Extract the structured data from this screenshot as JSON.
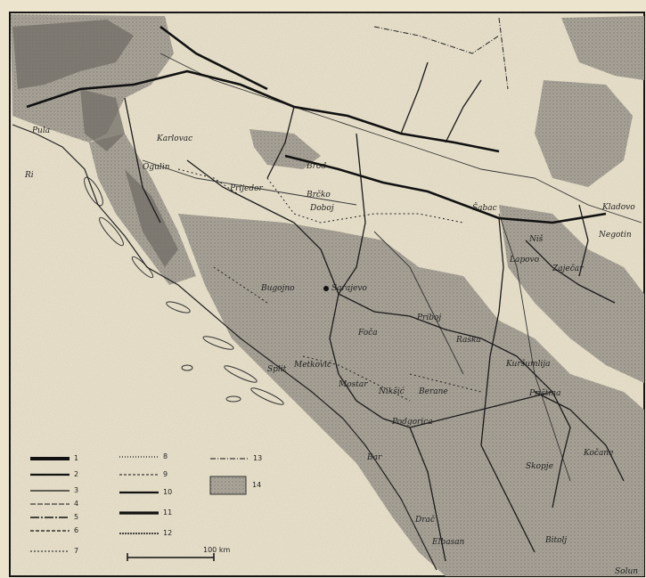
{
  "map": {
    "places": [
      {
        "id": "rijeka",
        "name": "Ri"
      },
      {
        "id": "pula",
        "name": "Pula"
      },
      {
        "id": "karlovac",
        "name": "Karlovac"
      },
      {
        "id": "ogulin",
        "name": "Ogulin"
      },
      {
        "id": "prijedor",
        "name": "Prijedor"
      },
      {
        "id": "brod",
        "name": "Brod"
      },
      {
        "id": "brcko",
        "name": "Brčko"
      },
      {
        "id": "doboj",
        "name": "Doboj"
      },
      {
        "id": "bugojno",
        "name": "Bugojno"
      },
      {
        "id": "sarajevo",
        "name": "Sarajevo"
      },
      {
        "id": "split",
        "name": "Split"
      },
      {
        "id": "foca",
        "name": "Foča"
      },
      {
        "id": "priboj",
        "name": "Priboj"
      },
      {
        "id": "kladovo",
        "name": "Kladovo"
      },
      {
        "id": "negotin",
        "name": "Negotin"
      },
      {
        "id": "zajecar",
        "name": "Zaječar"
      },
      {
        "id": "lapovo",
        "name": "Lapovo"
      },
      {
        "id": "kursumlija",
        "name": "Kuršumlija"
      },
      {
        "id": "pristina",
        "name": "Priština"
      },
      {
        "id": "skopje",
        "name": "Skopje"
      },
      {
        "id": "kocane",
        "name": "Kočane"
      },
      {
        "id": "bitolj",
        "name": "Bitolj"
      },
      {
        "id": "elbasan",
        "name": "Elbasan"
      },
      {
        "id": "dures",
        "name": "Drač"
      },
      {
        "id": "bar",
        "name": "Bar"
      },
      {
        "id": "mostar",
        "name": "Mostar"
      },
      {
        "id": "niksic",
        "name": "Nikšić"
      },
      {
        "id": "berane",
        "name": "Berane"
      },
      {
        "id": "solun",
        "name": "Solun"
      },
      {
        "id": "metkovic",
        "name": "Metković"
      },
      {
        "id": "raska",
        "name": "Raška"
      },
      {
        "id": "nis",
        "name": "Niš"
      },
      {
        "id": "podgorica",
        "name": "Podgorica"
      },
      {
        "id": "sabac",
        "name": "Šabac"
      }
    ],
    "legend": [
      {
        "id": "l1",
        "label": "1"
      },
      {
        "id": "l2",
        "label": "2"
      },
      {
        "id": "l3",
        "label": "3"
      },
      {
        "id": "l4",
        "label": "4"
      },
      {
        "id": "l5",
        "label": "5"
      },
      {
        "id": "l6",
        "label": "6"
      },
      {
        "id": "l7",
        "label": "7"
      },
      {
        "id": "l8",
        "label": "8"
      },
      {
        "id": "l9",
        "label": "9"
      },
      {
        "id": "l10",
        "label": "10"
      },
      {
        "id": "l11",
        "label": "11"
      },
      {
        "id": "l12",
        "label": "12"
      },
      {
        "id": "l13",
        "label": "13"
      },
      {
        "id": "l14",
        "label": "14"
      }
    ],
    "scale_label": "100 km",
    "colors": {
      "paper": "#ece4cd",
      "shading": "#a9a397",
      "dark_shading": "#6e6a63",
      "line": "#1a1a1a"
    }
  }
}
